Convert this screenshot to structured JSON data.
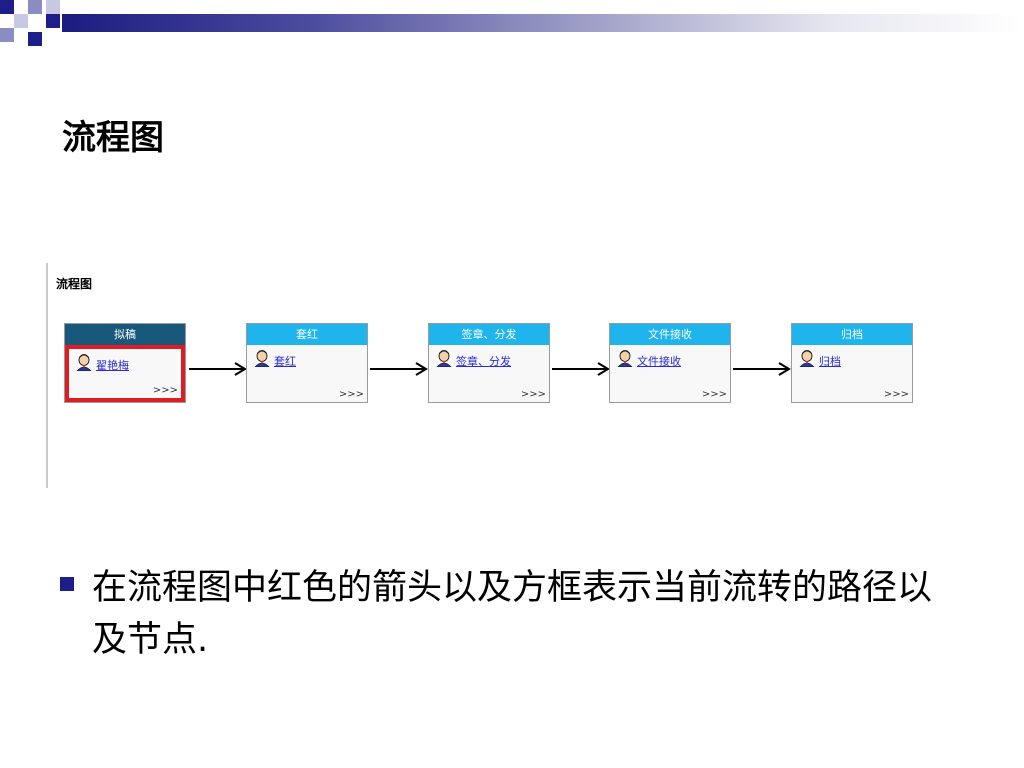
{
  "slide": {
    "title": "流程图",
    "panel_title": "流程图",
    "bullet_text": "在流程图中红色的箭头以及方框表示当前流转的路径以及节点."
  },
  "flow": {
    "nodes": [
      {
        "header": "拟稿",
        "link": "翟艳梅",
        "more": ">>>",
        "state": "current"
      },
      {
        "header": "套红",
        "link": "套红",
        "more": ">>>",
        "state": "pending"
      },
      {
        "header": "签章、分发",
        "link": "签章、分发",
        "more": ">>>",
        "state": "pending"
      },
      {
        "header": "文件接收",
        "link": "文件接收",
        "more": ">>>",
        "state": "pending"
      },
      {
        "header": "归档",
        "link": "归档",
        "more": ">>>",
        "state": "pending"
      }
    ]
  },
  "colors": {
    "current_header": "#18587a",
    "pending_header": "#1fb4ec",
    "active_border": "#e11b22",
    "bullet": "#1e1e8a",
    "link": "#2a2ad6"
  },
  "icons": {
    "node_icon": "person-icon",
    "connector": "arrow-right-icon"
  }
}
